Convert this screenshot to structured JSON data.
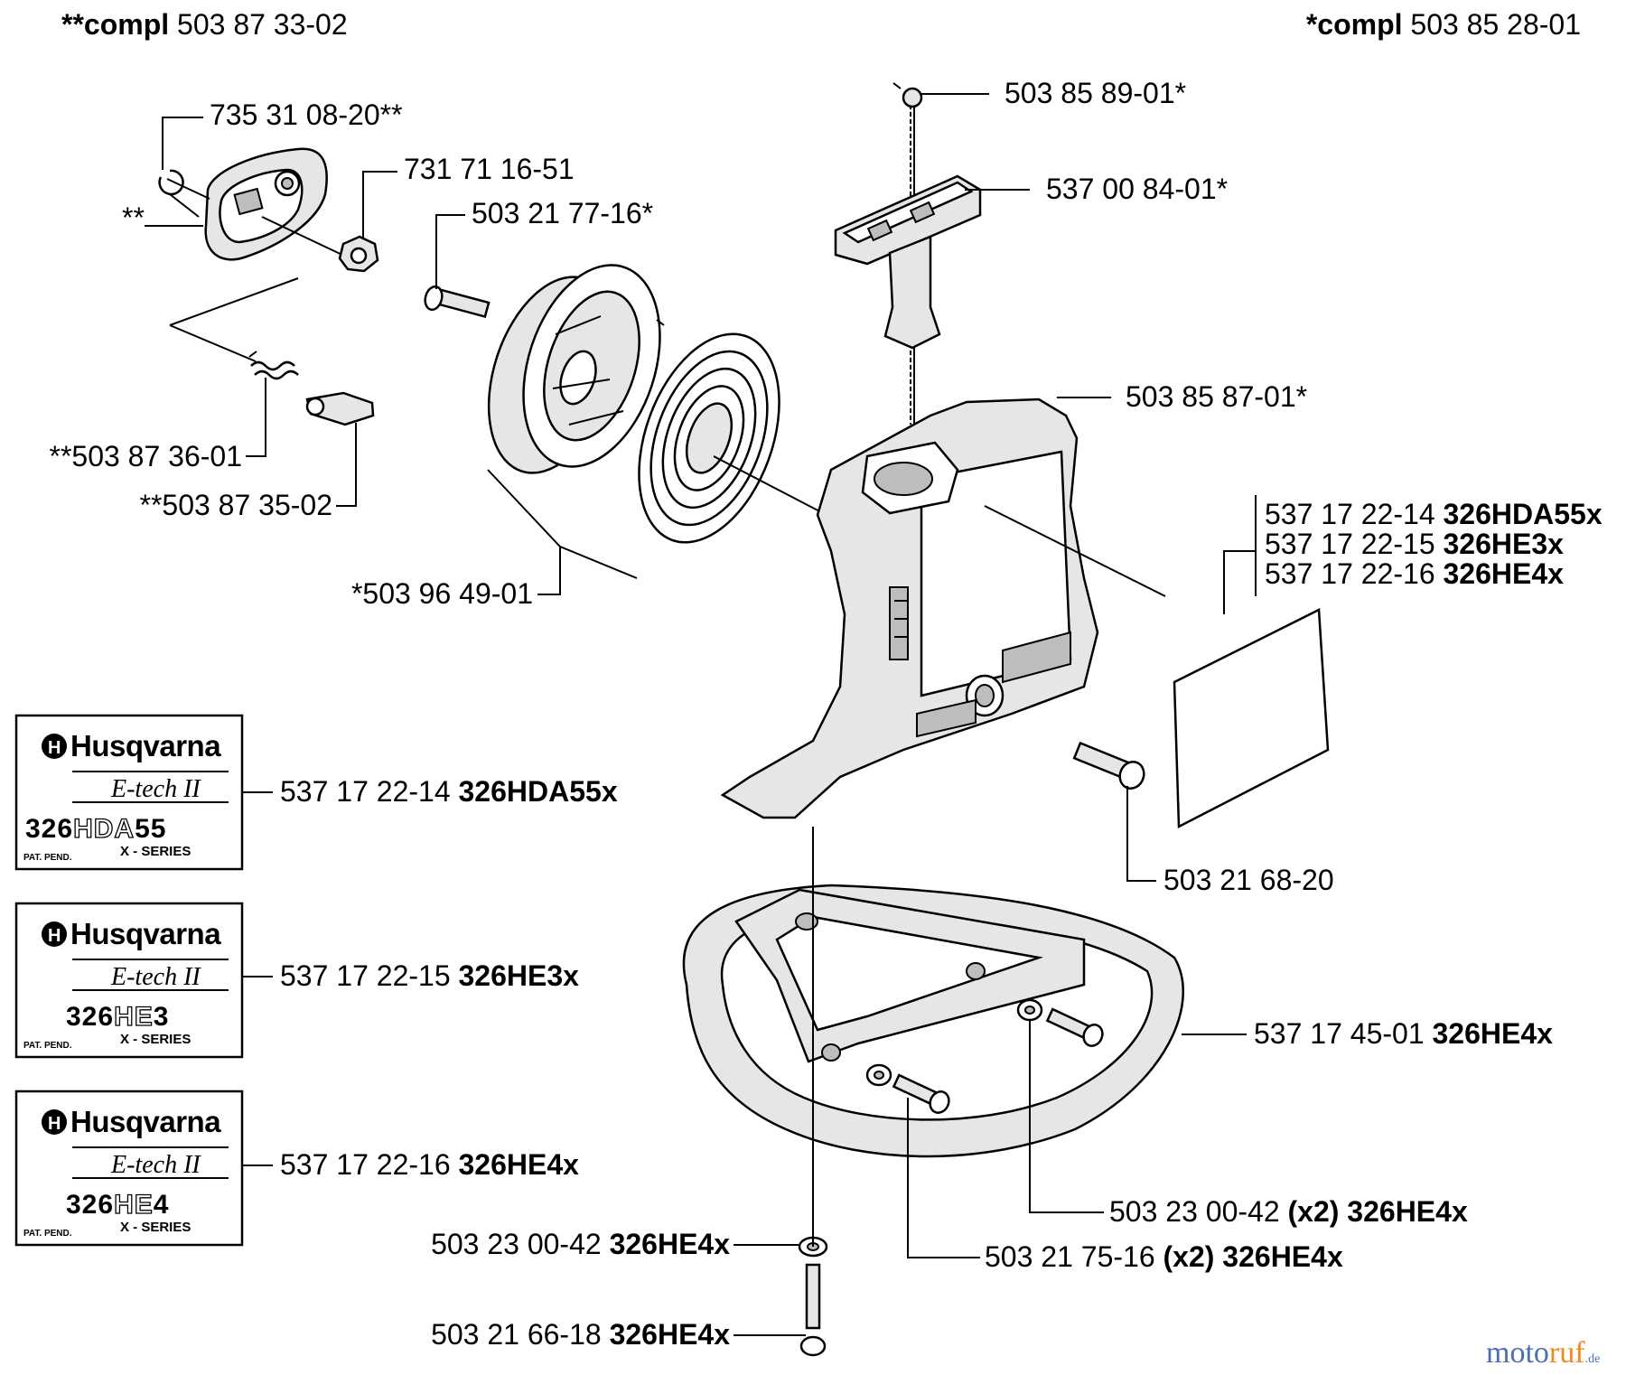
{
  "header": {
    "left": {
      "prefix": "**compl",
      "number": "503 87 33-02"
    },
    "right": {
      "prefix": "*compl",
      "number": "503 85 28-01"
    }
  },
  "parts": {
    "circlip": "735 31 08-20**",
    "star_left": "**",
    "nut": "731 71 16-51",
    "screw_pulley": "503 21 77-16*",
    "spring_small": "**503 87 36-01",
    "pawl": "**503 87 35-02",
    "pulley_assy": "*503 96 49-01",
    "cord": "503 85 89-01*",
    "handle": "537 00 84-01*",
    "housing": "503 85 87-01*",
    "decal_group": [
      {
        "number": "537 17 22-14",
        "model": "326HDA55x"
      },
      {
        "number": "537 17 22-15",
        "model": "326HE3x"
      },
      {
        "number": "537 17 22-16",
        "model": "326HE4x"
      }
    ],
    "screw_housing": "503 21 68-20",
    "guard": {
      "number": "537 17 45-01",
      "model": "326HE4x"
    },
    "washer_x2": {
      "number": "503 23 00-42",
      "qty": "(x2)",
      "model": "326HE4x"
    },
    "screw_x2": {
      "number": "503 21 75-16",
      "qty": "(x2)",
      "model": "326HE4x"
    },
    "washer_bottom": {
      "number": "503 23 00-42",
      "model": "326HE4x"
    },
    "screw_bottom": {
      "number": "503 21 66-18",
      "model": "326HE4x"
    }
  },
  "decal_labels": [
    {
      "brand": "Husqvarna",
      "series": "E-tech II",
      "model_a": "326",
      "model_b": "HDA",
      "model_c": "55",
      "xseries": "X - SERIES",
      "pat": "PAT. PEND.",
      "part_number": "537 17 22-14",
      "part_model": "326HDA55x"
    },
    {
      "brand": "Husqvarna",
      "series": "E-tech II",
      "model_a": "326",
      "model_b": "HE",
      "model_c": "3",
      "xseries": "X - SERIES",
      "pat": "PAT. PEND.",
      "part_number": "537 17 22-15",
      "part_model": "326HE3x"
    },
    {
      "brand": "Husqvarna",
      "series": "E-tech II",
      "model_a": "326",
      "model_b": "HE",
      "model_c": "4",
      "xseries": "X - SERIES",
      "pat": "PAT. PEND.",
      "part_number": "537 17 22-16",
      "part_model": "326HE4x"
    }
  ],
  "watermark": {
    "a": "moto",
    "b": "ruf",
    "c": ".de"
  },
  "colors": {
    "ink": "#000000",
    "paper": "#ffffff",
    "watermark_blue": "#4a6fb5",
    "watermark_orange": "#f08a1c"
  }
}
